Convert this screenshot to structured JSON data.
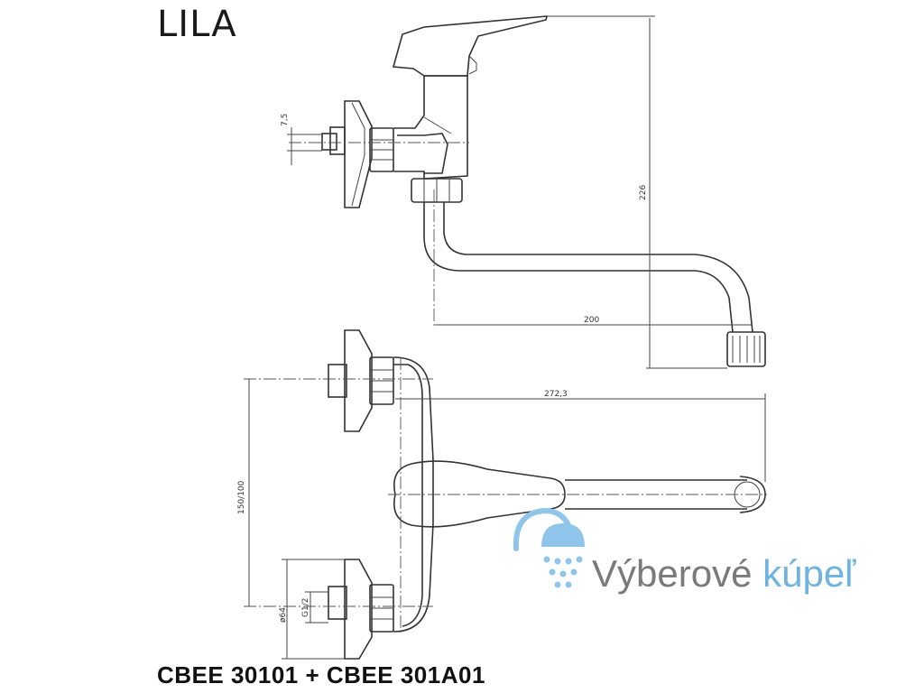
{
  "title": "LILA",
  "model_codes": "CBEE 30101 + CBEE 301A01",
  "dimensions": {
    "pipe_thread": "7,5",
    "height": "226",
    "spout_reach_top": "200",
    "spout_reach_front": "272,3",
    "spacing": "150/100",
    "rosette_diameter": "ø64",
    "thread": "G1/2"
  },
  "watermark": {
    "text_part1": "Výberové",
    "text_part2": "kúpeľ",
    "color_gray": "#7a7a7a",
    "color_blue": "#6fb3e0"
  }
}
